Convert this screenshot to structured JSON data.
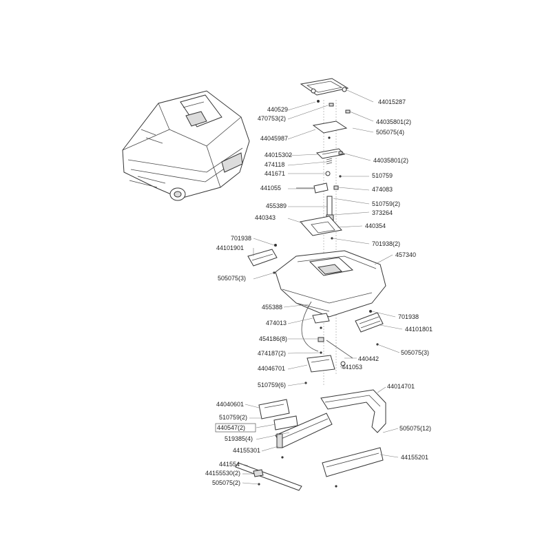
{
  "diagram": {
    "labels": [
      "440529",
      "470753(2)",
      "44015287",
      "44035801(2)",
      "505075(4)",
      "44045987",
      "44015302",
      "44035801(2)",
      "474118",
      "510759",
      "441671",
      "441055",
      "474083",
      "510759(2)",
      "455389",
      "373264",
      "440343",
      "440354",
      "701938",
      "701938(2)",
      "44101901",
      "457340",
      "505075(3)",
      "455388",
      "701938",
      "474013",
      "44101801",
      "454186(8)",
      "474187(2)",
      "440442",
      "505075(3)",
      "441053",
      "44046701",
      "510759(6)",
      "44014701",
      "44040601",
      "510759(2)",
      "440547(2)",
      "519385(4)",
      "505075(12)",
      "44155301",
      "44155201",
      "441554",
      "44155530(2)",
      "505075(2)"
    ]
  }
}
